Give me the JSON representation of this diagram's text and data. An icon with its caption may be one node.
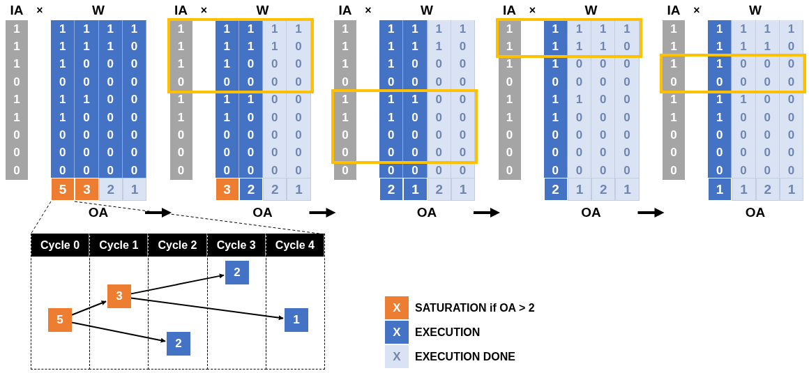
{
  "diagram": {
    "nodes": [
      {
        "text": [
          "Cycle 0"
        ]
      },
      {
        "text": [
          "Cycle 1"
        ]
      },
      {
        "text": [
          "Cycle 2"
        ]
      },
      {
        "text": [
          "Cycle 3"
        ]
      },
      {
        "text": [
          "Cycle 4"
        ]
      },
      {
        "text": [
          "5"
        ],
        "in": 0
      },
      {
        "text": [
          "3"
        ],
        "in": 1
      },
      {
        "text": [
          "2"
        ],
        "in": 2
      },
      {
        "text": [
          "2"
        ],
        "in": 3
      },
      {
        "text": [
          "1"
        ],
        "in": 4
      }
    ],
    "edges": [
      {
        "from": 5,
        "to": 6,
        "arrow": "to"
      },
      {
        "from": 5,
        "to": 7,
        "arrow": "to"
      },
      {
        "from": 6,
        "to": 8,
        "arrow": "to"
      },
      {
        "from": 6,
        "to": 9,
        "arrow": "to"
      }
    ],
    "labels": [
      "IA",
      "×",
      "W",
      "1",
      "1",
      "1",
      "1",
      "1",
      "1",
      "1",
      "1",
      "1",
      "0",
      "1",
      "1",
      "0",
      "0",
      "0",
      "0",
      "0",
      "0",
      "0",
      "0",
      "1",
      "1",
      "1",
      "0",
      "0",
      "1",
      "1",
      "0",
      "0",
      "0",
      "0",
      "0",
      "0",
      "0",
      "0",
      "0",
      "0",
      "0",
      "0",
      "0",
      "0",
      "0",
      "0",
      "0",
      "0",
      "5",
      "3",
      "2",
      "1",
      "OA",
      "IA",
      "×",
      "W",
      "1",
      "1",
      "1",
      "1",
      "1",
      "1",
      "1",
      "1",
      "1",
      "0",
      "1",
      "1",
      "0",
      "0",
      "0",
      "0",
      "0",
      "0",
      "0",
      "0",
      "1",
      "1",
      "1",
      "0",
      "0",
      "1",
      "1",
      "0",
      "0",
      "0",
      "0",
      "0",
      "0",
      "0",
      "0",
      "0",
      "0",
      "0",
      "0",
      "0",
      "0",
      "0",
      "0",
      "0",
      "0",
      "3",
      "2",
      "2",
      "1",
      "OA",
      "IA",
      "×",
      "W",
      "1",
      "1",
      "1",
      "1",
      "1",
      "1",
      "1",
      "1",
      "1",
      "0",
      "1",
      "1",
      "0",
      "0",
      "0",
      "0",
      "0",
      "0",
      "0",
      "0",
      "1",
      "1",
      "1",
      "0",
      "0",
      "1",
      "1",
      "0",
      "0",
      "0",
      "0",
      "0",
      "0",
      "0",
      "0",
      "0",
      "0",
      "0",
      "0",
      "0",
      "0",
      "0",
      "0",
      "0",
      "0",
      "2",
      "1",
      "2",
      "1",
      "OA",
      "IA",
      "×",
      "W",
      "1",
      "1",
      "1",
      "1",
      "1",
      "1",
      "1",
      "1",
      "1",
      "0",
      "1",
      "1",
      "0",
      "0",
      "0",
      "0",
      "0",
      "0",
      "0",
      "0",
      "1",
      "1",
      "1",
      "0",
      "0",
      "1",
      "1",
      "0",
      "0",
      "0",
      "0",
      "0",
      "0",
      "0",
      "0",
      "0",
      "0",
      "0",
      "0",
      "0",
      "0",
      "0",
      "0",
      "0",
      "0",
      "2",
      "1",
      "2",
      "1",
      "OA",
      "IA",
      "×",
      "W",
      "1",
      "1",
      "1",
      "1",
      "1",
      "1",
      "1",
      "1",
      "1",
      "0",
      "1",
      "1",
      "0",
      "0",
      "0",
      "0",
      "0",
      "0",
      "0",
      "0",
      "1",
      "1",
      "1",
      "0",
      "0",
      "1",
      "1",
      "0",
      "0",
      "0",
      "0",
      "0",
      "0",
      "0",
      "0",
      "0",
      "0",
      "0",
      "0",
      "0",
      "0",
      "0",
      "0",
      "0",
      "0",
      "1",
      "1",
      "2",
      "1",
      "OA",
      "X",
      "X",
      "X"
    ],
    "legend": [
      {
        "text": "SATURATION if OA > 2",
        "color": "#ed7d31"
      },
      {
        "text": "EXECUTION",
        "color": "#4472c4"
      },
      {
        "text": "EXECUTION DONE",
        "color": "#dae3f3"
      }
    ]
  }
}
